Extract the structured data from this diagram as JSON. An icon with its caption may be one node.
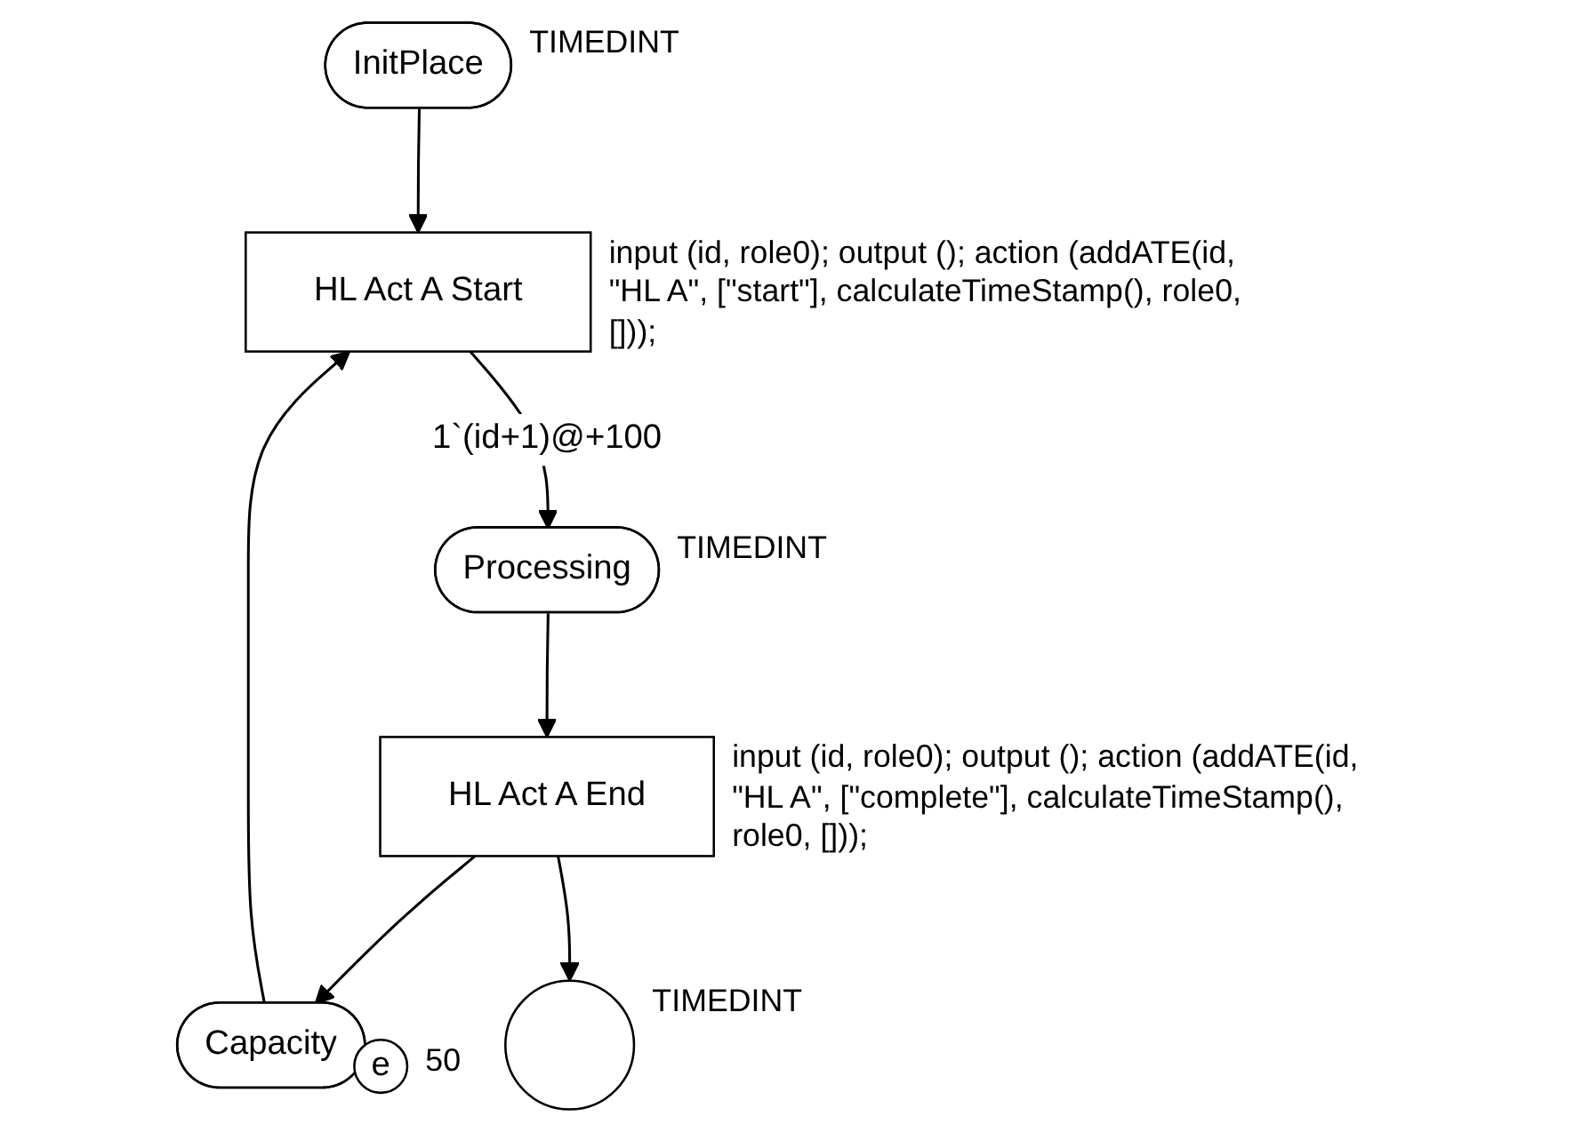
{
  "diagram": {
    "nodes": [
      {
        "text": [
          "InitPlace"
        ],
        "beside": [
          "TIMEDINT"
        ]
      },
      {
        "text": [
          "HL Act A Start"
        ],
        "beside": [
          "input (id, role0); output (); action (addATE(id, \"HL A\", [\"start\"], calculateTimeStamp(), role0, []));"
        ]
      },
      {
        "text": [
          "Processing"
        ],
        "beside": [
          "TIMEDINT"
        ]
      },
      {
        "text": [
          "Capacity"
        ]
      },
      {
        "text": [
          "e"
        ],
        "beside": [
          "50"
        ]
      },
      {
        "text": [
          "HL Act A End"
        ],
        "beside": [
          "input (id, role0); output (); action (addATE(id, \"HL A\", [\"complete\"], calculateTimeStamp(), role0, []));"
        ]
      },
      {
        "text": [],
        "shape": "circle",
        "beside": [
          "TIMEDINT"
        ]
      }
    ],
    "edges": [
      {
        "from": 0,
        "to": 1,
        "arrow": "to"
      },
      {
        "from": 1,
        "to": 2,
        "arrow": "to",
        "label": "1`(id+1)@+100"
      },
      {
        "from": 2,
        "to": 5,
        "arrow": "to"
      },
      {
        "from": 5,
        "to": 3,
        "arrow": "to"
      },
      {
        "from": 3,
        "to": 1,
        "arrow": "to"
      },
      {
        "from": 5,
        "to": 6,
        "arrow": "to"
      }
    ]
  }
}
